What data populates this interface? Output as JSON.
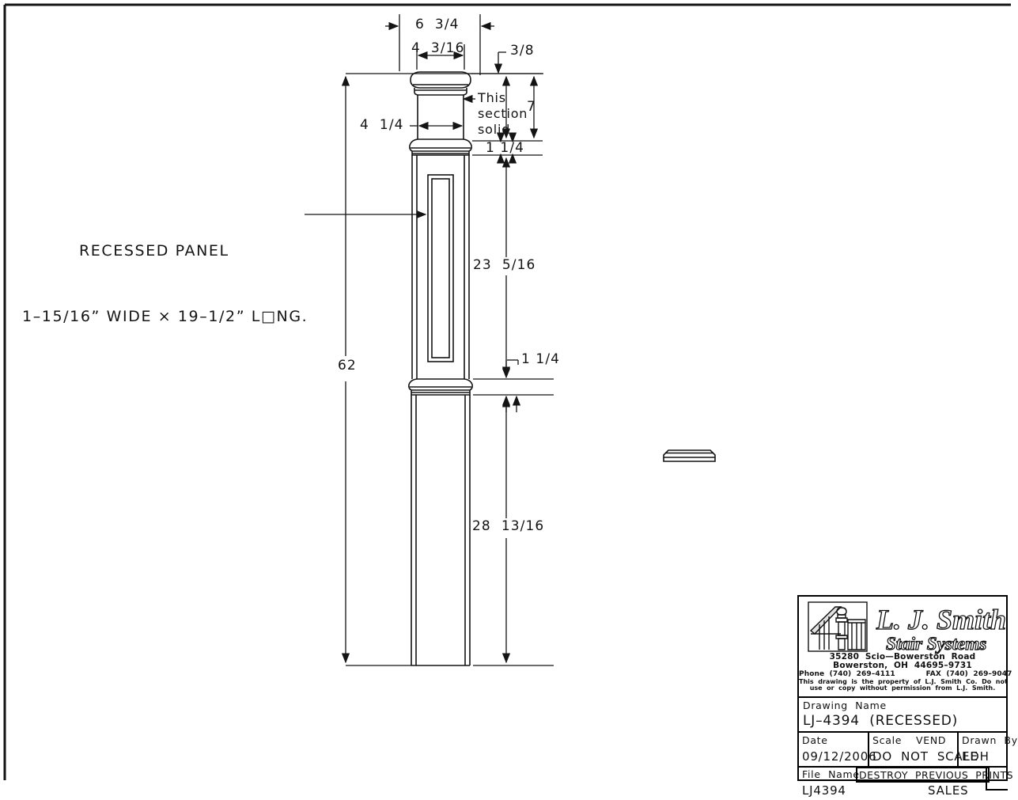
{
  "document": {
    "type": "engineering-drawing",
    "subject": "Newel post elevation — LJ-4394 (Recessed)"
  },
  "annotations": {
    "recessed_panel_line1": "RECESSED PANEL",
    "recessed_panel_line2": "1–15/16” WIDE × 19–1/2” L□NG.",
    "section_solid_line1": "This",
    "section_solid_line2": "section",
    "section_solid_line3": "solid"
  },
  "dimensions": {
    "top_overall_width": "6  3/4",
    "cap_width": "4  3/16",
    "cap_fillet": "3/8",
    "shaft_width": "4  1/4",
    "upper_block_height": "7",
    "upper_bead_height": "1 1/4",
    "panel_section_height": "23  5/16",
    "lower_bead_height": "1 1/4",
    "lower_shaft_height": "28  13/16",
    "overall_height": "62"
  },
  "title_block": {
    "company_name_line1": "L. J. Smith",
    "company_name_line2": "Stair Systems",
    "address_line1": "35280  Scio—Bowerston  Road",
    "address_line2": "Bowerston,  OH  44695–9731",
    "contact_line": "Phone  (740)  269–4111            FAX  (740)  269–9047",
    "disclaimer_line1": "This  drawing  is  the  property  of  L.J.  Smith  Co.  Do  not",
    "disclaimer_line2": "use  or  copy  without  permission  from  L.J.  Smith.",
    "drawing_name_label": "Drawing  Name",
    "drawing_name_value": "LJ–4394  (RECESSED)",
    "date_label": "Date",
    "date_value": "09/12/2006",
    "scale_label": "Scale",
    "scale_value_label": "VEND",
    "scale_value": "DO  NOT  SCALE",
    "drawn_by_label": "Drawn  By",
    "drawn_by_value": "EDH",
    "file_name_label": "File  Name",
    "file_name_value": "LJ4394",
    "destroy_note": "DESTROY  PREVIOUS  PRINTS",
    "sales_label": "SALES"
  },
  "colors": {
    "line": "#141414",
    "paper": "#ffffff",
    "border": "#000000"
  }
}
